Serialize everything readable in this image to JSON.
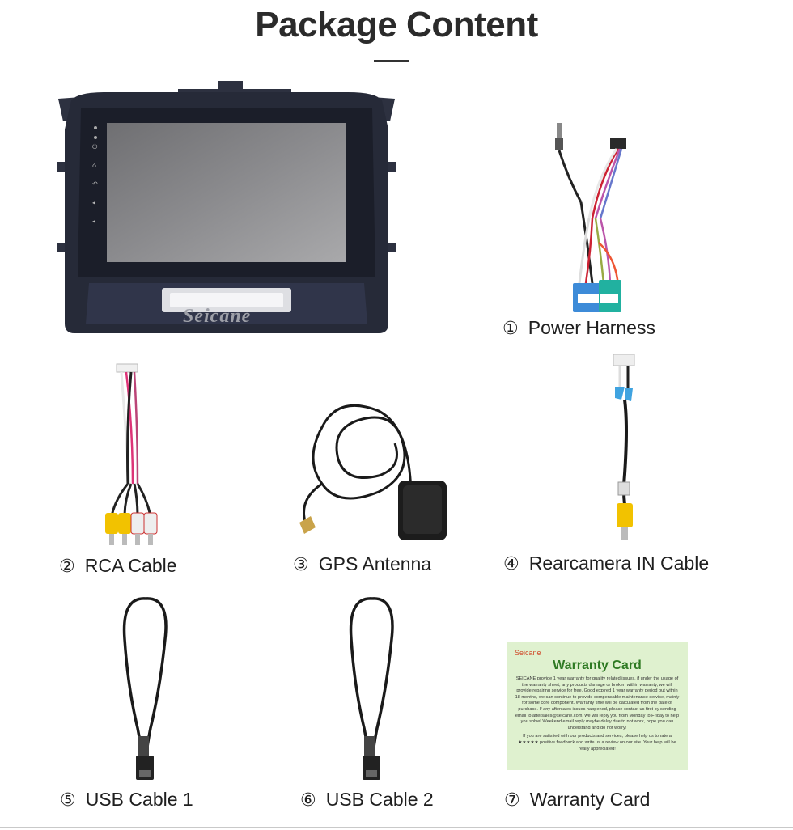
{
  "page": {
    "title": "Package Content"
  },
  "items": [
    {
      "num": "①",
      "label": "Power Harness"
    },
    {
      "num": "②",
      "label": "RCA Cable"
    },
    {
      "num": "③",
      "label": "GPS Antenna"
    },
    {
      "num": "④",
      "label": "Rearcamera IN Cable"
    },
    {
      "num": "⑤",
      "label": "USB Cable 1"
    },
    {
      "num": "⑥",
      "label": "USB Cable 2"
    },
    {
      "num": "⑦",
      "label": "Warranty Card"
    }
  ],
  "head_unit": {
    "watermark": "Seicane"
  },
  "warranty_card": {
    "brand": "Seicane",
    "title": "Warranty Card",
    "body": "SEICANE provide 1 year warranty for quality related issues, if under the usage of the warranty sheet, any products damage or broken within warranty, we will provide repairing service for free. Good expired 1 year warranty period but within 18 months, we can continue to provide compensable maintenance service, mainly for some core component. Warranty time will be calculated from the date of purchase. If any aftersales issues happened, please contact us first by sending email to aftersales@seicane.com, we will reply you from Monday to Friday to help you solve! Weekend email reply maybe delay due to not work, hope you can understand and do not worry!",
    "body2": "If you are satisfied with our products and services, please help us to rate a ★★★★★ positive feedback and write us a review on our site. Your help will be really appreciated!"
  },
  "colors": {
    "card_bg": "#dff1cf",
    "card_title": "#2e7a23",
    "brand_red": "#d04a2a",
    "rca_yellow": "#f2c200",
    "connector_blue": "#3d8bd8",
    "connector_green": "#21b1a0"
  }
}
